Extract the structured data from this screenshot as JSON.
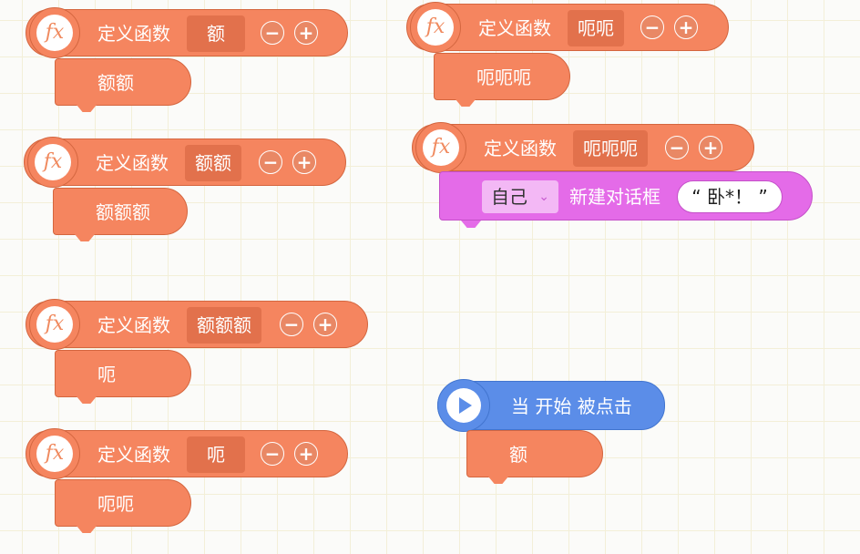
{
  "define_label": "定义函数",
  "minus": "−",
  "plus": "+",
  "fx": "fx",
  "blocks": [
    {
      "name": "额",
      "body": "额额"
    },
    {
      "name": "额额",
      "body": "额额额"
    },
    {
      "name": "额额额",
      "body": "呃"
    },
    {
      "name": "呃",
      "body": "呃呃"
    },
    {
      "name": "呃呃",
      "body": "呃呃呃"
    },
    {
      "name": "呃呃呃"
    }
  ],
  "dialog": {
    "target": "自己",
    "label": "新建对话框",
    "text": "“ 卧*！ ”"
  },
  "event": {
    "label": "当 开始 被点击",
    "body": "额"
  },
  "colors": {
    "define_block": "#f5855f",
    "event_block": "#5b8de8",
    "dialog_block": "#e46be8"
  }
}
